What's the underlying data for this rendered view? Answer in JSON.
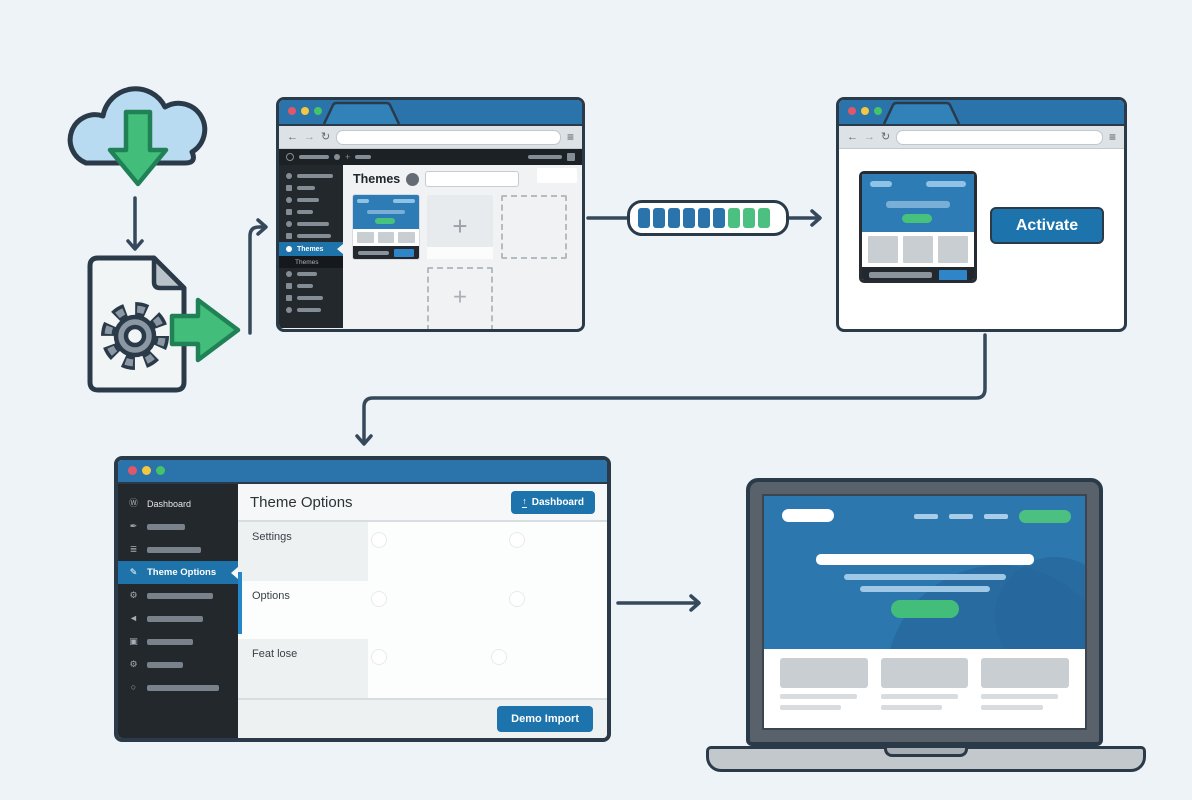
{
  "colors": {
    "accent_blue": "#2b74ab",
    "button_blue": "#1d74ad",
    "accent_green": "#43bd7a",
    "toggle_teal": "#2fa6c0",
    "outline_navy": "#2b3a49",
    "admin_dark": "#23282d",
    "active_menu_blue": "#1e73aa"
  },
  "icons": {
    "back": "←",
    "forward": "→",
    "refresh": "↻",
    "menu": "≡",
    "add_plus": "+",
    "wp_glyph": "Ⓦ",
    "pin_glyph": "✒",
    "list_glyph": "≣",
    "pencil_glyph": "✎",
    "gear_glyph": "⚙",
    "bullhorn_glyph": "◄",
    "image_glyph": "▣",
    "circle_glyph": "○",
    "upload_glyph": "↑"
  },
  "browser1": {
    "sidebar": {
      "active_label": "Themes",
      "submenu_label": "Themes"
    },
    "page_title": "Themes"
  },
  "progress_bar": {
    "blue_segments": 6,
    "green_segments": 3,
    "empty_capacity": 3
  },
  "browser2": {
    "activate_label": "Activate"
  },
  "theme_options_window": {
    "sidebar": {
      "dashboard_label": "Dashboard",
      "active_label": "Theme Options"
    },
    "header": {
      "title": "Theme Options",
      "action_label": "Dashboard"
    },
    "option_rows": [
      {
        "label": "Settings",
        "left_toggle": "on-green",
        "right_toggle": "off"
      },
      {
        "label": "Options",
        "left_toggle": "on-green",
        "right_toggle": "off"
      },
      {
        "label": "Feat lose",
        "left_toggle": "on-blue",
        "right_toggle": "on-teal"
      }
    ],
    "footer": {
      "import_label": "Demo Import"
    }
  }
}
